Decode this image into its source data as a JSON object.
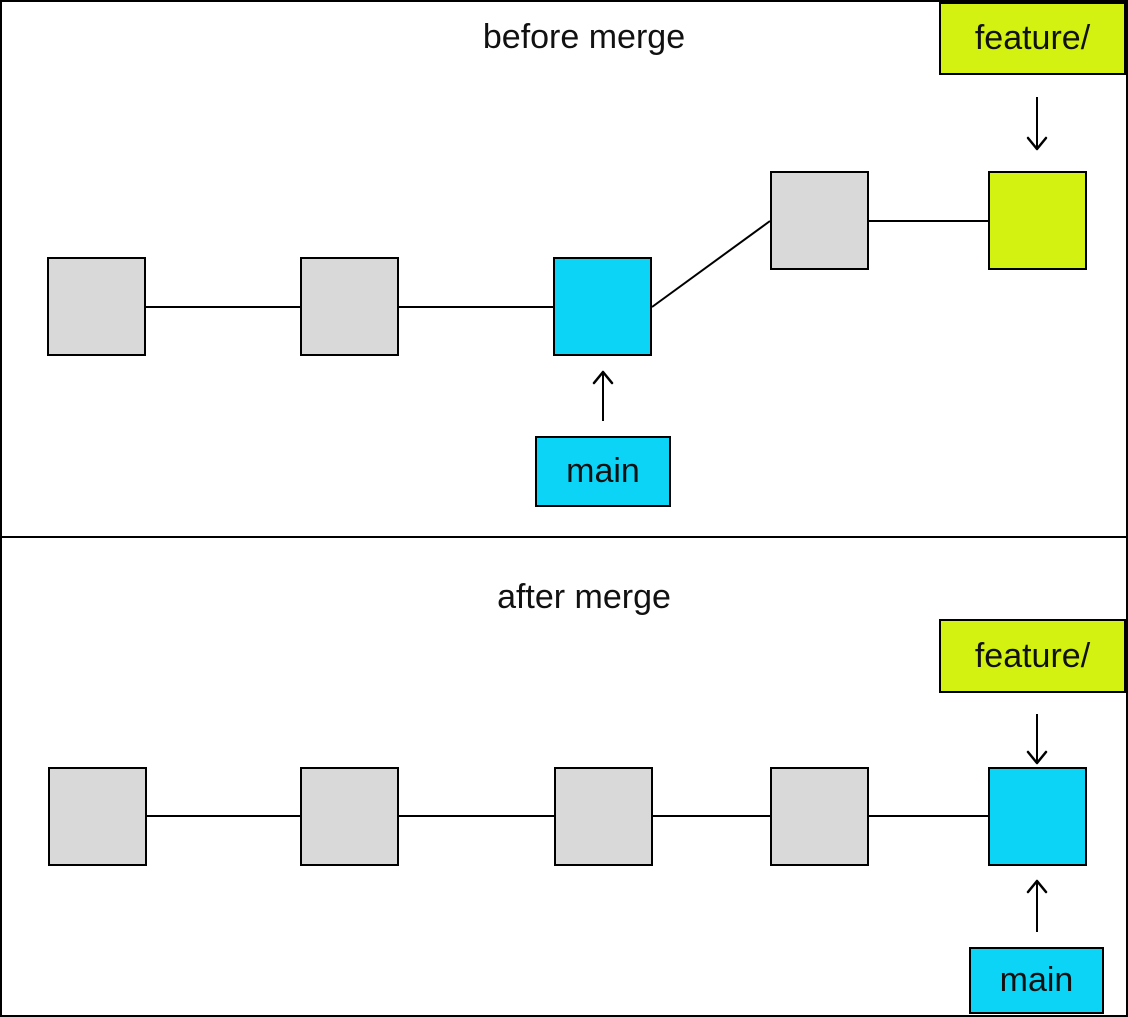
{
  "colors": {
    "commit_gray": "#d9d9d9",
    "branch_cyan": "#0cd4f7",
    "feature_green": "#d3f211",
    "line": "#000000",
    "background": "#ffffff"
  },
  "panels": {
    "before": {
      "title": "before merge",
      "feature_branch_label": "feature/",
      "main_branch_label": "main",
      "commit_colors": [
        "commit_gray",
        "commit_gray",
        "branch_cyan",
        "commit_gray",
        "feature_green"
      ]
    },
    "after": {
      "title": "after merge",
      "feature_branch_label": "feature/",
      "main_branch_label": "main",
      "commit_colors": [
        "commit_gray",
        "commit_gray",
        "commit_gray",
        "commit_gray",
        "branch_cyan"
      ]
    }
  }
}
